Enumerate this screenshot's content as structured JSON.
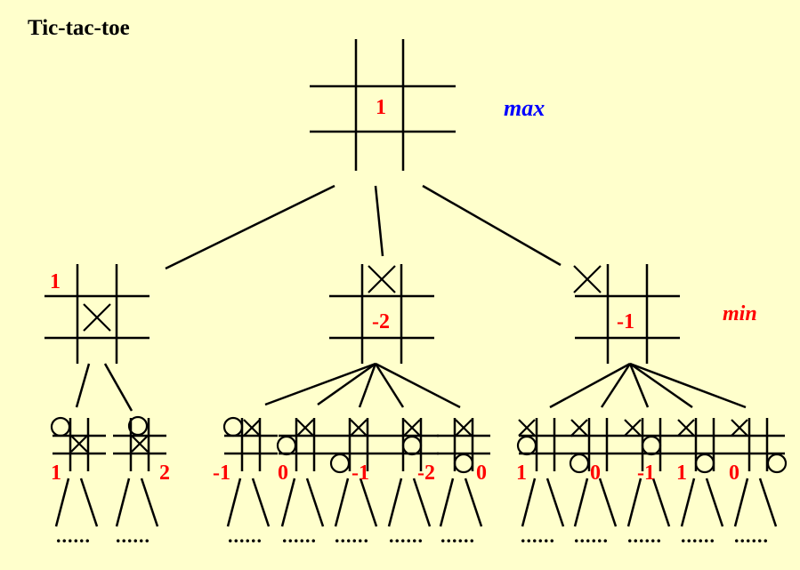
{
  "title": "Tic-tac-toe",
  "level_labels": {
    "max": "max",
    "min": "min"
  },
  "root": {
    "value": "1"
  },
  "level1": [
    {
      "value": "1"
    },
    {
      "value": "-2"
    },
    {
      "value": "-1"
    }
  ],
  "level2": [
    {
      "value": "1"
    },
    {
      "value": "2"
    },
    {
      "value": "-1"
    },
    {
      "value": "0"
    },
    {
      "value": "-1"
    },
    {
      "value": "-2"
    },
    {
      "value": "0"
    },
    {
      "value": "1"
    },
    {
      "value": "0"
    },
    {
      "value": "-1"
    },
    {
      "value": "1"
    },
    {
      "value": "0"
    }
  ],
  "continuation": "......",
  "colors": {
    "background": "#ffffcc",
    "value": "#ff0000",
    "max": "#0000ff",
    "min": "#ff0000",
    "lines": "#000000"
  }
}
